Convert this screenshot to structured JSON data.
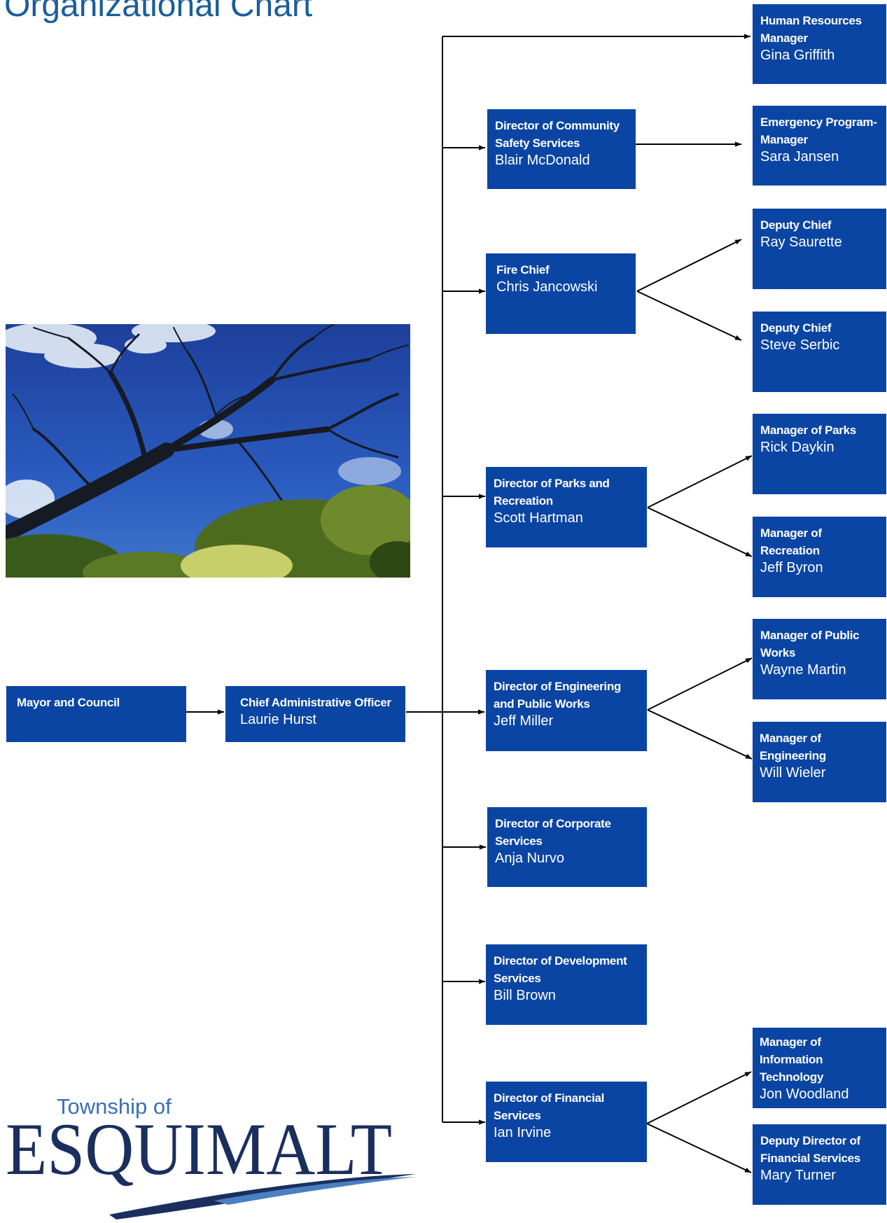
{
  "title": "Organizational Chart",
  "logo": {
    "line1": "Township of",
    "line2": "ESQUIMALT"
  },
  "photo_icon": "tree-photo",
  "colors": {
    "box": "#0b45a3",
    "title": "#1a5d9c",
    "logo": "#1b2f5e",
    "wave": "#4a7fc1"
  },
  "nodes": {
    "mayor": {
      "role": "Mayor and Council",
      "person": ""
    },
    "cao": {
      "role": "Chief Administrative Officer",
      "person": "Laurie Hurst"
    },
    "hr": {
      "role": "Human Resources Manager",
      "person": "Gina Griffith"
    },
    "community_safety": {
      "role": "Director of Community Safety Services",
      "person": "Blair McDonald"
    },
    "emergency": {
      "role": "Emergency Program-Manager",
      "person": "Sara Jansen"
    },
    "fire_chief": {
      "role": "Fire Chief",
      "person": "Chris Jancowski"
    },
    "deputy_chief_1": {
      "role": "Deputy Chief",
      "person": "Ray Saurette"
    },
    "deputy_chief_2": {
      "role": "Deputy Chief",
      "person": "Steve Serbic"
    },
    "parks_rec": {
      "role": "Director of Parks and Recreation",
      "person": "Scott Hartman"
    },
    "mgr_parks": {
      "role": "Manager of Parks",
      "person": "Rick Daykin"
    },
    "mgr_rec": {
      "role": "Manager of Recreation",
      "person": "Jeff Byron"
    },
    "engineering": {
      "role": "Director of Engineering and Public Works",
      "person": "Jeff Miller"
    },
    "mgr_public_works": {
      "role": "Manager of Public Works",
      "person": "Wayne Martin"
    },
    "mgr_engineering": {
      "role": "Manager of Engineering",
      "person": "Will Wieler"
    },
    "corporate": {
      "role": "Director of Corporate Services",
      "person": "Anja Nurvo"
    },
    "development": {
      "role": "Director of Development Services",
      "person": "Bill Brown"
    },
    "financial": {
      "role": "Director of Financial Services",
      "person": "Ian Irvine"
    },
    "mgr_it": {
      "role": "Manager of Information Technology",
      "person": "Jon Woodland"
    },
    "deputy_finance": {
      "role": "Deputy Director of Financial Services",
      "person": "Mary Turner"
    }
  }
}
